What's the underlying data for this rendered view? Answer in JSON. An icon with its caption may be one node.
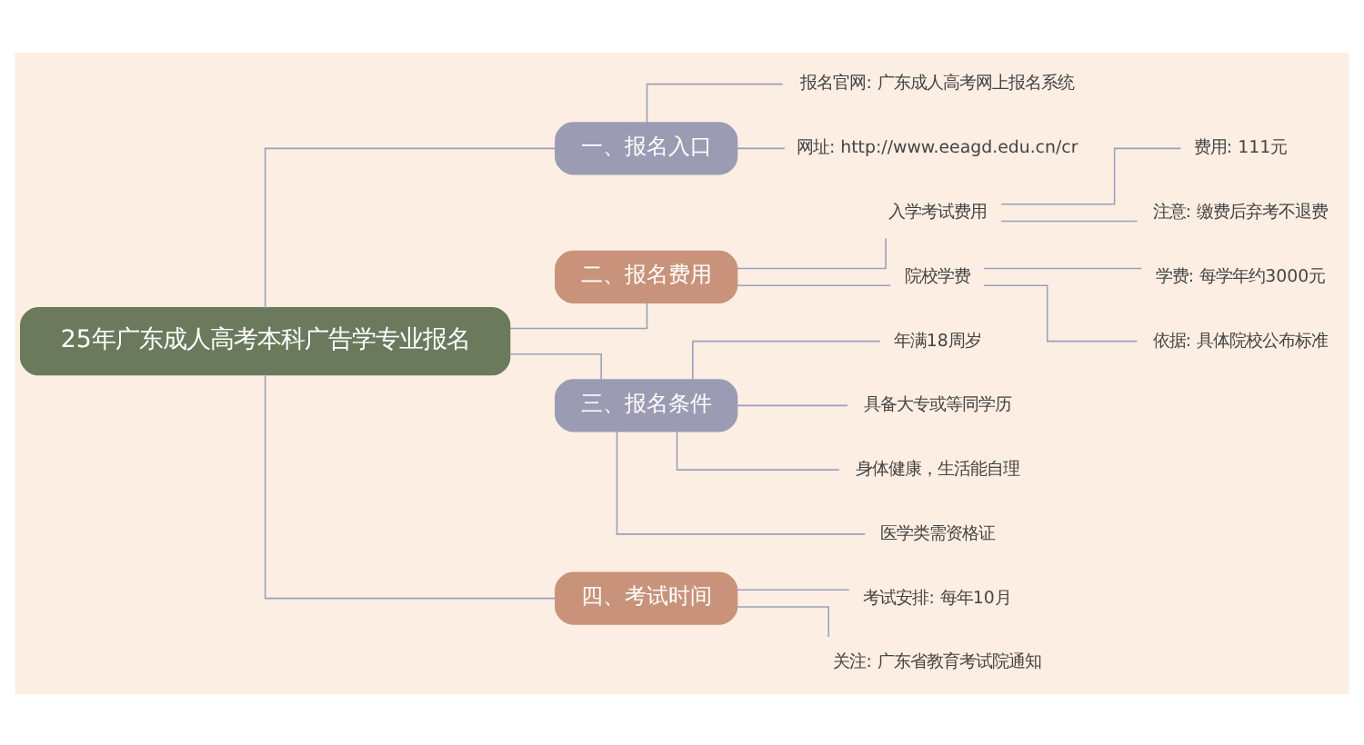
{
  "diagram": {
    "nodes": [
      {
        "text": [
          "25年广东成人高考本科广告学专业报名"
        ]
      },
      {
        "text": [
          "一、报名入口"
        ]
      },
      {
        "text": [
          "报名官网: 广东成人高考网上报名系统"
        ]
      },
      {
        "text": [
          "网址: http://www.eeagd.edu.cn/cr"
        ]
      },
      {
        "text": [
          "二、报名费用"
        ]
      },
      {
        "text": [
          "入学考试费用"
        ]
      },
      {
        "text": [
          "费用: 111元"
        ]
      },
      {
        "text": [
          "注意: 缴费后弃考不退费"
        ]
      },
      {
        "text": [
          "院校学费"
        ]
      },
      {
        "text": [
          "学费: 每学年约3000元"
        ]
      },
      {
        "text": [
          "依据: 具体院校公布标准"
        ]
      },
      {
        "text": [
          "三、报名条件"
        ]
      },
      {
        "text": [
          "年满18周岁"
        ]
      },
      {
        "text": [
          "具备大专或等同学历"
        ]
      },
      {
        "text": [
          "身体健康，生活能自理"
        ]
      },
      {
        "text": [
          "医学类需资格证"
        ]
      },
      {
        "text": [
          "四、考试时间"
        ]
      },
      {
        "text": [
          "考试安排: 每年10月"
        ]
      },
      {
        "text": [
          "关注: 广东省教育考试院通知"
        ]
      }
    ],
    "edges": [
      {
        "from": 0,
        "to": 1,
        "arrow": "none"
      },
      {
        "from": 1,
        "to": 2,
        "arrow": "none"
      },
      {
        "from": 1,
        "to": 3,
        "arrow": "none"
      },
      {
        "from": 0,
        "to": 4,
        "arrow": "none"
      },
      {
        "from": 4,
        "to": 5,
        "arrow": "none"
      },
      {
        "from": 5,
        "to": 6,
        "arrow": "none"
      },
      {
        "from": 5,
        "to": 7,
        "arrow": "none"
      },
      {
        "from": 4,
        "to": 8,
        "arrow": "none"
      },
      {
        "from": 8,
        "to": 9,
        "arrow": "none"
      },
      {
        "from": 8,
        "to": 10,
        "arrow": "none"
      },
      {
        "from": 0,
        "to": 11,
        "arrow": "none"
      },
      {
        "from": 11,
        "to": 12,
        "arrow": "none"
      },
      {
        "from": 11,
        "to": 13,
        "arrow": "none"
      },
      {
        "from": 11,
        "to": 14,
        "arrow": "none"
      },
      {
        "from": 11,
        "to": 15,
        "arrow": "none"
      },
      {
        "from": 0,
        "to": 16,
        "arrow": "none"
      },
      {
        "from": 16,
        "to": 17,
        "arrow": "none"
      },
      {
        "from": 16,
        "to": 18,
        "arrow": "none"
      }
    ]
  }
}
